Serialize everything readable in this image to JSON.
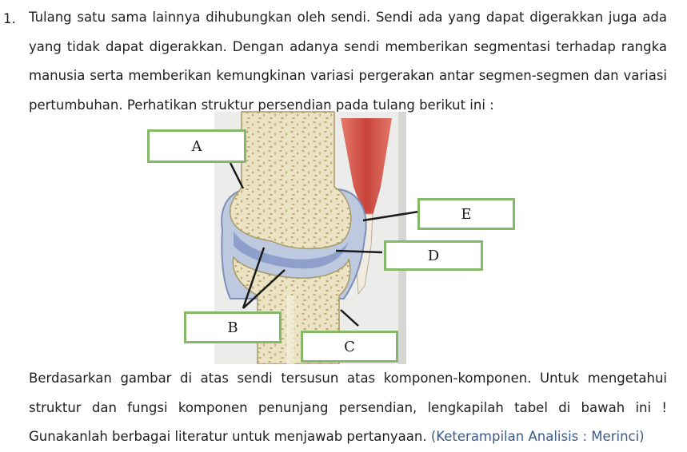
{
  "question": {
    "number": "1.",
    "intro_lines": [
      "Tulang satu sama lainnya dihubungkan oleh sendi. Sendi ada yang dapat digerakkan juga ada",
      "yang tidak dapat digerakkan. Dengan adanya sendi memberikan segmentasi terhadap rangka",
      "manusia serta memberikan kemungkinan variasi pergerakan antar segmen-segmen dan variasi",
      "pertumbuhan. Perhatikan struktur persendian pada tulang berikut ini :"
    ],
    "instruction_lines": [
      "Berdasarkan gambar di atas sendi tersusun atas komponen-komponen. Untuk mengetahui",
      "struktur dan fungsi komponen penunjang persendian, lengkapilah tabel di bawah ini !",
      "Gunakanlah berbagai literatur untuk menjawab pertanyaan."
    ],
    "skill_note": "(Keterampilan Analisis : Merinci)"
  },
  "figure": {
    "labels": {
      "a": "A",
      "b": "B",
      "c": "C",
      "d": "D",
      "e": "E"
    },
    "colors": {
      "bone": "#ece3c4",
      "bone_spots": "#b9a66e",
      "capsule": "#bcc9df",
      "cavity": "#8e9fcb",
      "muscle": "#d9534a",
      "tendon": "#f2ece0",
      "label_border": "#86b86a",
      "note_text": "#3a5a8c"
    }
  }
}
